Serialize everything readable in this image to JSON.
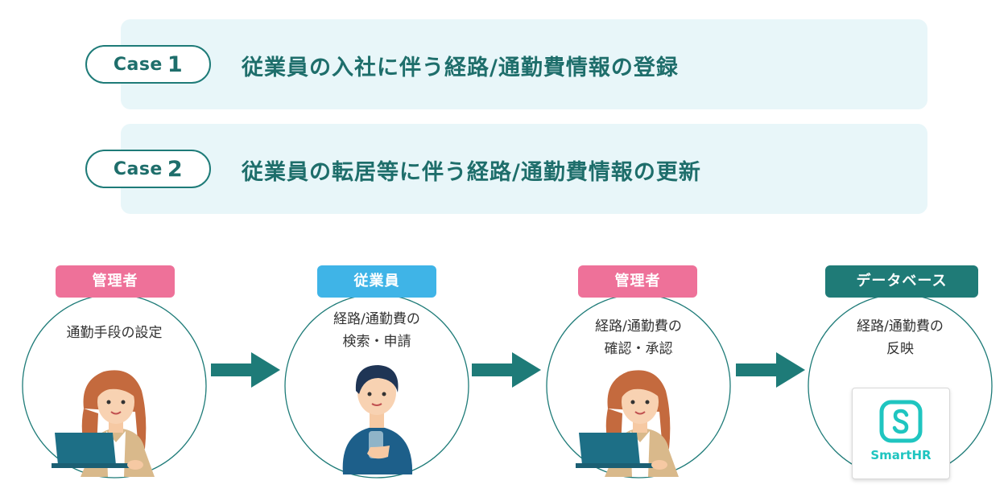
{
  "cases": [
    {
      "word": "Case",
      "number": "1",
      "text": "従業員の入社に伴う経路/通勤費情報の登録"
    },
    {
      "word": "Case",
      "number": "2",
      "text": "従業員の転居等に伴う経路/通勤費情報の更新"
    }
  ],
  "colors": {
    "teal": "#1e7b78",
    "case_bg": "#e8f6f9",
    "admin_badge": "#ee7199",
    "employee_badge": "#3fb4e7",
    "database_badge": "#1f7b77",
    "arrow": "#1e7b78",
    "smarthr": "#1fc5c0"
  },
  "steps": [
    {
      "role": "管理者",
      "line1": "通勤手段の設定",
      "line2": "",
      "figure": "woman-with-laptop"
    },
    {
      "role": "従業員",
      "line1": "経路/通勤費の",
      "line2": "検索・申請",
      "figure": "man-with-smartphone"
    },
    {
      "role": "管理者",
      "line1": "経路/通勤費の",
      "line2": "確認・承認",
      "figure": "woman-with-laptop"
    },
    {
      "role": "データベース",
      "line1": "経路/通勤費の",
      "line2": "反映",
      "figure": "smarthr-logo"
    }
  ],
  "logo": {
    "text": "SmartHR",
    "icon": "smarthr-s-icon"
  }
}
